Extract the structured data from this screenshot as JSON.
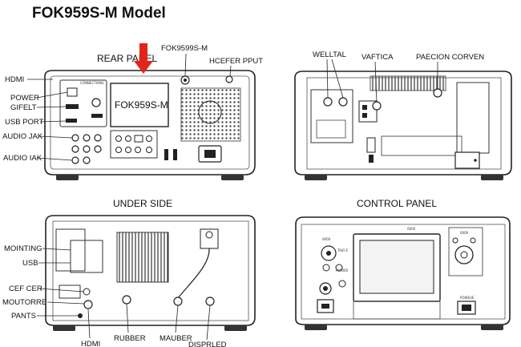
{
  "title": "FOK959S-M Model",
  "accent_color": "#e0261b",
  "panels": {
    "rear": {
      "header": "REAR PANEL",
      "screen_label": "FOK959S-M",
      "callouts": {
        "top_model": "FOK9599S-M",
        "top_hcefer": "HCEFER PPUT",
        "hdmi": "HDMI",
        "power": "POWER",
        "gifelt": "GIFELT",
        "usb_port": "USB PORT",
        "audio_jak_1": "AUDIO JAK",
        "audio_jak_2": "AUDIO IAK"
      }
    },
    "rear_right": {
      "callouts": {
        "welltal": "WELLTAL",
        "vaftica": "VAFTICA",
        "paecion": "PAECION CORVEN"
      }
    },
    "under": {
      "header": "UNDER SIDE",
      "callouts": {
        "mointing": "MOINTING",
        "usb": "USB",
        "cef_cer": "CEF CER",
        "moutorre": "MOUTORRE",
        "pants": "PANTS",
        "hdmi": "HDMI",
        "rubber": "RUBBER",
        "mauber": "MAUBER",
        "dispreled": "DISPRLED"
      }
    },
    "control": {
      "header": "CONTROL PANEL",
      "small_labels": {
        "top": "0000",
        "left_a": "0000",
        "left_b": "TAIO E",
        "left_c": "P00000",
        "right_a": "0000",
        "right_power": "POWEUE"
      }
    }
  }
}
